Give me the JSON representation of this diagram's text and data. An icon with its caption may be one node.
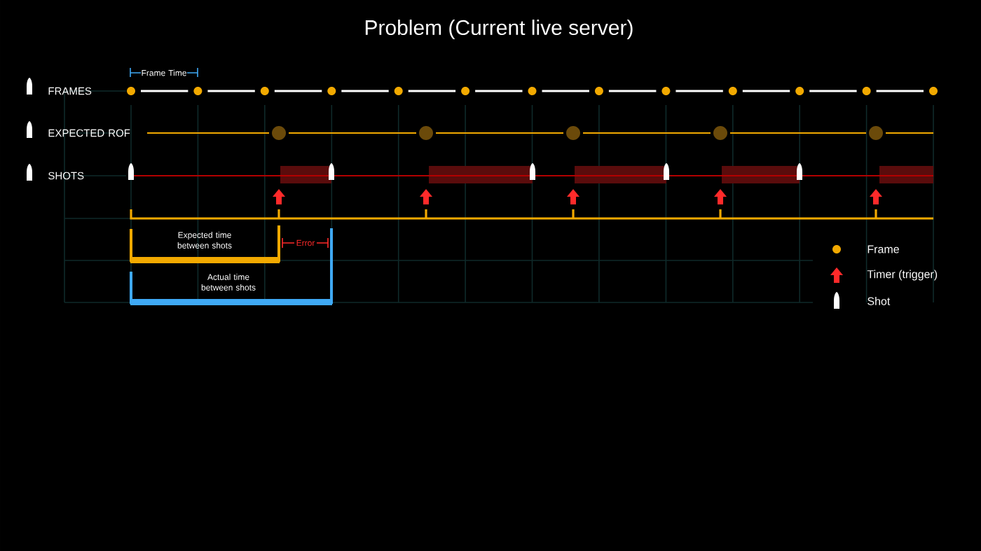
{
  "diagram": {
    "title": "Problem (Current live server)",
    "labels": [
      "Frame Time",
      "FRAMES",
      "EXPECTED ROF",
      "SHOTS",
      "Expected time between shots",
      "Error",
      "Actual time between shots"
    ],
    "legend": [
      {
        "text": "Frame"
      },
      {
        "text": "Timer (trigger)"
      },
      {
        "text": "Shot"
      }
    ]
  }
}
